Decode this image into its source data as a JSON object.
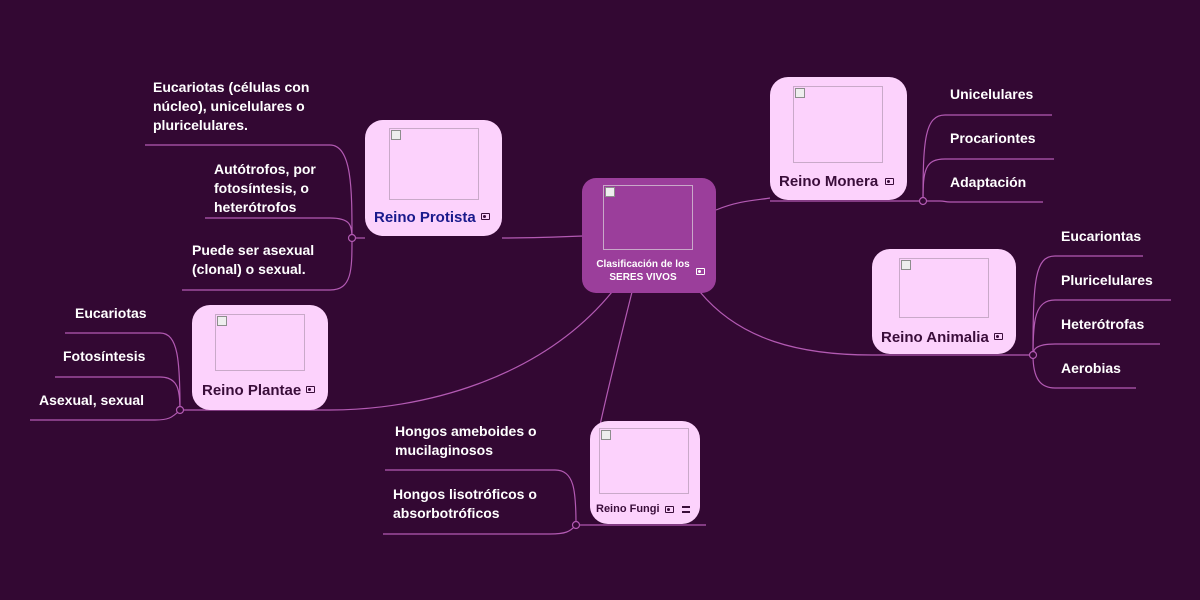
{
  "center": {
    "line1": "Clasificación de los",
    "line2": "SERES VIVOS"
  },
  "nodes": {
    "protista": "Reino Protista",
    "monera": "Reino Monera",
    "animalia": "Reino Animalia",
    "plantae": "Reino Plantae",
    "fungi": "Reino Fungi"
  },
  "leaves": {
    "protista": [
      [
        "Eucariotas (células con",
        "núcleo), unicelulares o",
        "pluricelulares."
      ],
      [
        "Autótrofos, por",
        "fotosíntesis, o",
        "heterótrofos"
      ],
      [
        "Puede ser asexual",
        "(clonal) o sexual."
      ]
    ],
    "monera": [
      "Unicelulares",
      "Procariontes",
      "Adaptación"
    ],
    "animalia": [
      "Eucariontas",
      "Pluricelulares",
      "Heterótrofas",
      "Aerobias"
    ],
    "plantae": [
      "Eucariotas",
      "Fotosíntesis",
      "Asexual, sexual"
    ],
    "fungi": [
      [
        "Hongos ameboides o",
        "mucilaginosos"
      ],
      [
        "Hongos lisotróficos o",
        "absorbotróficos"
      ]
    ]
  },
  "colors": {
    "background": "#330833",
    "node": "#fcd2fc",
    "center": "#9b3e9b",
    "line": "#b35ab3"
  }
}
